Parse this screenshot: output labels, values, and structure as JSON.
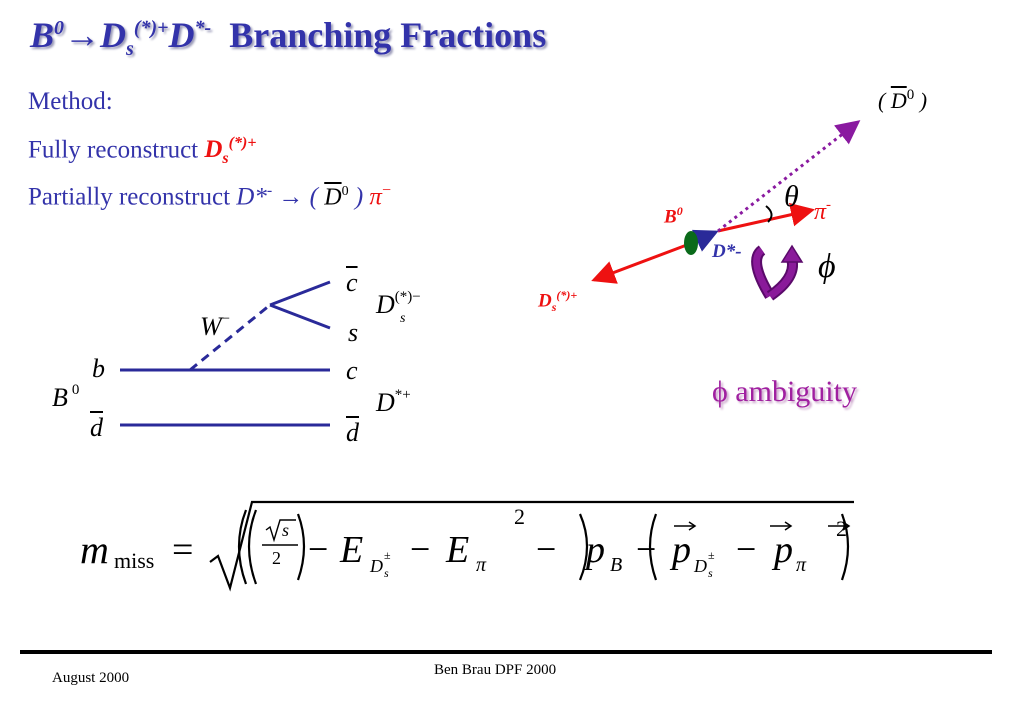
{
  "title": {
    "b": "B",
    "b_sup": "0",
    "arrow": "→",
    "ds": "D",
    "ds_sub": "s",
    "ds_sup": "(*)+",
    "dstar": "D",
    "dstar_sup": "*-",
    "rest": "Branching Fractions"
  },
  "method": {
    "line1": "Method:",
    "line2_prefix": "Fully reconstruct",
    "line2_d": "D",
    "line2_sub": "s",
    "line2_sup": "(*)+",
    "line3_prefix": "Partially reconstruct",
    "line3_d": "D*",
    "line3_sup": "-",
    "line3_arrow": "→",
    "line3_paren_open": "(",
    "line3_dbar": "D",
    "line3_dbar_sup": "0",
    "line3_paren_close": ")",
    "line3_pi": "π",
    "line3_pi_sup": "−"
  },
  "feynman": {
    "cbar": "c",
    "s": "s",
    "ds_label": "D",
    "ds_sup": "(*)−",
    "ds_sub": "s",
    "w_label": "W",
    "w_sup": "−",
    "b": "b",
    "c": "c",
    "b0": "B",
    "b0_sup": "0",
    "dstar_label": "D",
    "dstar_sup": "*+",
    "dbar_left": "d",
    "dbar_right": "d"
  },
  "kinematics": {
    "dbar_paren_open": "(",
    "dbar": "D",
    "dbar_sup": "0",
    "dbar_paren_close": ")",
    "theta": "θ",
    "pi": "π",
    "pi_sup": "-",
    "b0": "B",
    "b0_sup": "0",
    "dstar": "D*-",
    "ds": "D",
    "ds_sub": "s",
    "ds_sup": "(*)+",
    "phi": "ϕ"
  },
  "ambiguity": "ϕ ambiguity",
  "formula": {
    "m": "m",
    "m_sub": "miss",
    "eq": "=",
    "sqrt_s": "s",
    "two": "2",
    "minus1": "−",
    "E": "E",
    "Ds": "D",
    "Ds_sub": "s",
    "Ds_sup": "±",
    "minus2": "−",
    "E2": "E",
    "pi_sub": "π",
    "sq1": "2",
    "minus3": "−",
    "p": "p",
    "pB_sub": "B",
    "minus4": "−",
    "p2": "p",
    "minus5": "−",
    "p3": "p",
    "p3_sub": "π",
    "sq2": "2"
  },
  "footer": {
    "left": "August  2000",
    "center": "Ben Brau  DPF 2000"
  },
  "colors": {
    "title": "#3333aa",
    "red": "#ee1111",
    "feynman": "#2a2a99",
    "dotted": "#8a1aa0",
    "b0_dot": "#0a6a1a",
    "phi_arrow": "#8a1a9a"
  }
}
